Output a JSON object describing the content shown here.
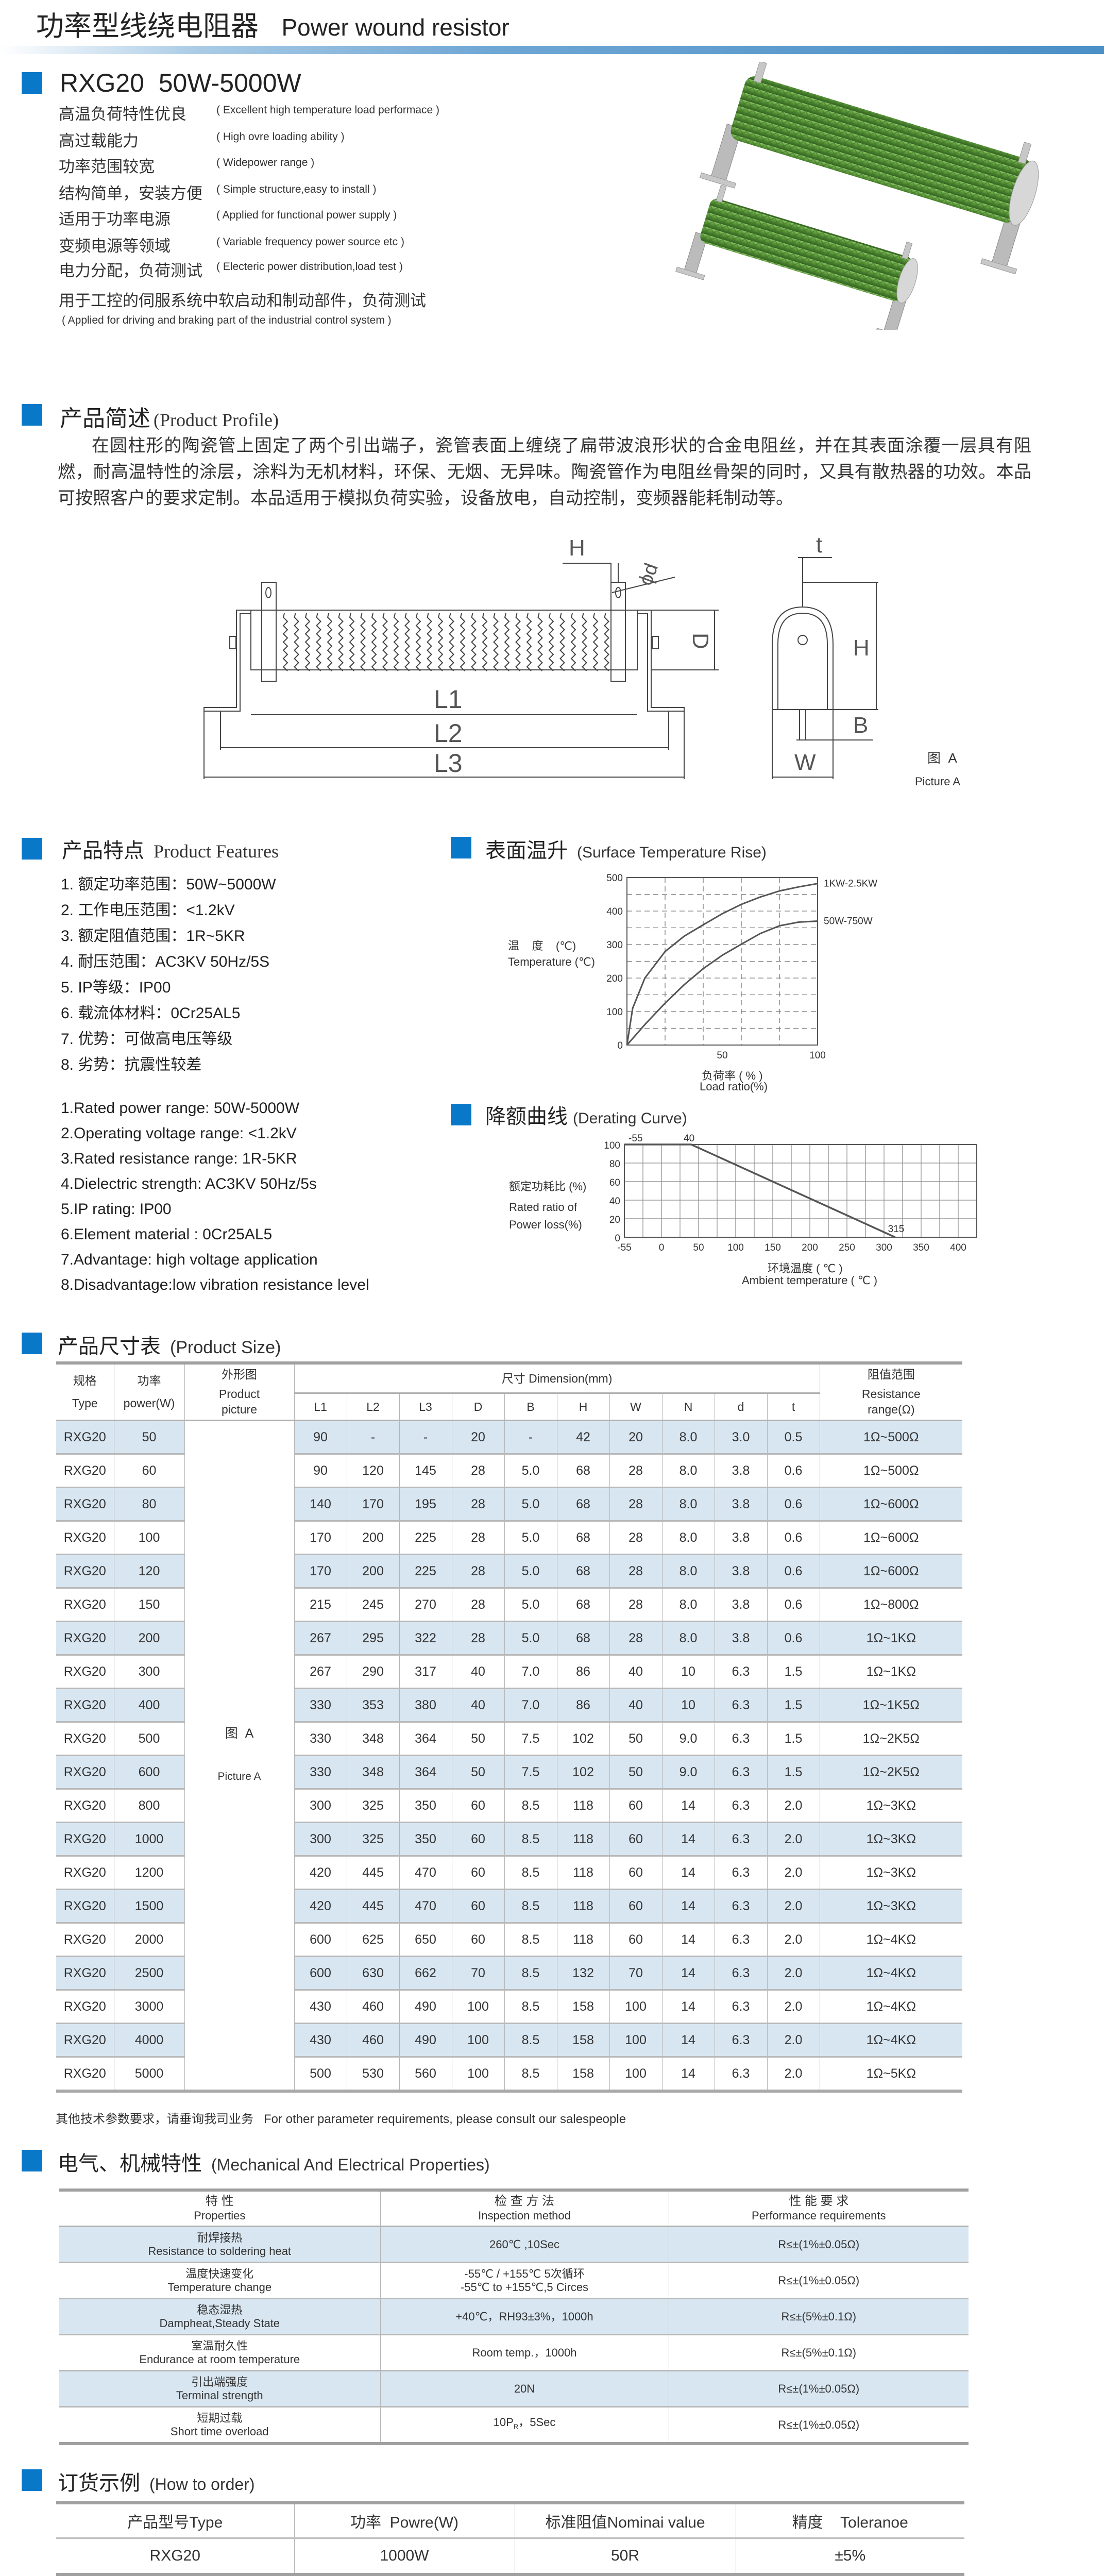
{
  "header": {
    "title_cn": "功率型线绕电阻器",
    "title_en": "Power wound resistor"
  },
  "model": {
    "title": "RXG20  50W-5000W",
    "features": [
      {
        "cn": "高温负荷特性优良",
        "en": "( Excellent high temperature load performace )"
      },
      {
        "cn": "高过载能力",
        "en": "( High ovre loading ability )"
      },
      {
        "cn": "功率范围较宽",
        "en": "( Widepower range )"
      },
      {
        "cn": "结构简单，安装方便",
        "en": "( Simple structure,easy to install )"
      },
      {
        "cn": "适用于功率电源",
        "en": "( Applied for functional power supply )"
      },
      {
        "cn": "变频电源等领域",
        "en": "( Variable frequency power source etc )"
      },
      {
        "cn": "电力分配，负荷测试",
        "en": "( Electeric power distribution,load test )"
      }
    ],
    "extra_cn": "用于工控的伺服系统中软启动和制动部件，负荷测试",
    "extra_en": "( Applied for driving and braking part of the industrial control system )"
  },
  "profile": {
    "heading_cn": "产品简述",
    "heading_en": "(Product Profile)",
    "text": "在圆柱形的陶瓷管上固定了两个引出端子，瓷管表面上缠绕了扁带波浪形状的合金电阻丝，并在其表面涂覆一层具有阻燃，耐高温特性的涂层，涂料为无机材料，环保、无烟、无异味。陶瓷管作为电阻丝骨架的同时，又具有散热器的功效。本品可按照客户的要求定制。本品适用于模拟负荷实验，设备放电，自动控制，变频器能耗制动等。"
  },
  "diagram": {
    "labels": {
      "H_top": "H",
      "phi_d": "ϕd",
      "t": "t",
      "D": "D",
      "L1": "L1",
      "L2": "L2",
      "L3": "L3",
      "H_side": "H",
      "B": "B",
      "W": "W"
    },
    "caption_cn": "图  A",
    "caption_en": "Picture A"
  },
  "features": {
    "heading_cn": "产品特点",
    "heading_en": "Product Features",
    "cn_items": [
      "1. 额定功率范围：50W~5000W",
      "2. 工作电压范围：<1.2kV",
      "3. 额定阻值范围：1R~5KR",
      "4. 耐压范围：AC3KV 50Hz/5S",
      "5. IP等级：IP00",
      "6. 载流体材料：0Cr25AL5",
      "7. 优势：可做高电压等级",
      "8. 劣势：抗震性较差"
    ],
    "en_items": [
      "1.Rated power range: 50W-5000W",
      "2.Operating voltage range: <1.2kV",
      "3.Rated resistance range: 1R-5KR",
      "4.Dielectric strength: AC3KV 50Hz/5s",
      "5.IP rating: IP00",
      "6.Element material : 0Cr25AL5",
      "7.Advantage: high voltage application",
      "8.Disadvantage:low vibration resistance level"
    ]
  },
  "chart_data": [
    {
      "type": "line",
      "heading_cn": "表面温升",
      "title": "(Surface Temperature Rise)",
      "ylabel_cn": "温    度    (℃)",
      "ylabel": "Temperature (℃)",
      "xlabel_cn": "负荷率 ( % )",
      "xlabel": "Load ratio(%)",
      "xlim": [
        0,
        100
      ],
      "ylim": [
        0,
        500
      ],
      "xticks": [
        50,
        100
      ],
      "yticks": [
        0,
        100,
        200,
        300,
        400,
        500
      ],
      "grid": true,
      "series": [
        {
          "name": "1KW-2.5KW",
          "x": [
            0,
            3,
            9.4,
            20,
            30,
            40,
            50,
            60,
            70,
            80,
            90,
            100
          ],
          "y": [
            0,
            110,
            200,
            279,
            325,
            359,
            392,
            420,
            442,
            460,
            472,
            482
          ]
        },
        {
          "name": "50W-750W",
          "x": [
            0,
            10,
            20,
            30,
            40,
            50,
            60,
            70,
            80,
            90,
            100
          ],
          "y": [
            0,
            65,
            125,
            180,
            228,
            268,
            301,
            333,
            356,
            367,
            370
          ]
        }
      ]
    },
    {
      "type": "line",
      "heading_cn": "降额曲线",
      "title": "(Derating Curve)",
      "ylabel_cn": "额定功耗比 (%)",
      "ylabel_lines": [
        "Rated ratio of",
        "Power loss(%)"
      ],
      "xlabel_cn": "环境温度 ( ℃ )",
      "xlabel": "Ambient temperature ( ℃ )",
      "xlim": [
        -55,
        425
      ],
      "ylim": [
        0,
        100
      ],
      "xticks": [
        "-55",
        "0",
        "50",
        "100",
        "150",
        "200",
        "250",
        "300",
        "350",
        "400"
      ],
      "yticks": [
        0,
        20,
        40,
        60,
        80,
        100
      ],
      "grid": true,
      "series": [
        {
          "name": "derating",
          "x": [
            -55,
            40,
            315
          ],
          "y": [
            100,
            100,
            0
          ]
        }
      ],
      "annotations": [
        "-55",
        "40",
        "315"
      ]
    }
  ],
  "size_table": {
    "heading_cn": "产品尺寸表",
    "heading_en": "(Product Size)",
    "col_type": [
      "规格",
      "Type"
    ],
    "col_power": [
      "功率",
      "power(W)"
    ],
    "col_picture": [
      "外形图",
      "Product",
      "picture"
    ],
    "col_dimension": "尺寸 Dimension(mm)",
    "dim_cols": [
      "L1",
      "L2",
      "L3",
      "D",
      "B",
      "H",
      "W",
      "N",
      "d",
      "t"
    ],
    "col_range": [
      "阻值范围",
      "Resistance",
      "range(Ω)"
    ],
    "picture_cn": "图  A",
    "picture_en": "Picture A",
    "rows": [
      [
        "RXG20",
        "50",
        "90",
        "-",
        "-",
        "20",
        "-",
        "42",
        "20",
        "8.0",
        "3.0",
        "0.5",
        "1Ω~500Ω"
      ],
      [
        "RXG20",
        "60",
        "90",
        "120",
        "145",
        "28",
        "5.0",
        "68",
        "28",
        "8.0",
        "3.8",
        "0.6",
        "1Ω~500Ω"
      ],
      [
        "RXG20",
        "80",
        "140",
        "170",
        "195",
        "28",
        "5.0",
        "68",
        "28",
        "8.0",
        "3.8",
        "0.6",
        "1Ω~600Ω"
      ],
      [
        "RXG20",
        "100",
        "170",
        "200",
        "225",
        "28",
        "5.0",
        "68",
        "28",
        "8.0",
        "3.8",
        "0.6",
        "1Ω~600Ω"
      ],
      [
        "RXG20",
        "120",
        "170",
        "200",
        "225",
        "28",
        "5.0",
        "68",
        "28",
        "8.0",
        "3.8",
        "0.6",
        "1Ω~600Ω"
      ],
      [
        "RXG20",
        "150",
        "215",
        "245",
        "270",
        "28",
        "5.0",
        "68",
        "28",
        "8.0",
        "3.8",
        "0.6",
        "1Ω~800Ω"
      ],
      [
        "RXG20",
        "200",
        "267",
        "295",
        "322",
        "28",
        "5.0",
        "68",
        "28",
        "8.0",
        "3.8",
        "0.6",
        "1Ω~1KΩ"
      ],
      [
        "RXG20",
        "300",
        "267",
        "290",
        "317",
        "40",
        "7.0",
        "86",
        "40",
        "10",
        "6.3",
        "1.5",
        "1Ω~1KΩ"
      ],
      [
        "RXG20",
        "400",
        "330",
        "353",
        "380",
        "40",
        "7.0",
        "86",
        "40",
        "10",
        "6.3",
        "1.5",
        "1Ω~1K5Ω"
      ],
      [
        "RXG20",
        "500",
        "330",
        "348",
        "364",
        "50",
        "7.5",
        "102",
        "50",
        "9.0",
        "6.3",
        "1.5",
        "1Ω~2K5Ω"
      ],
      [
        "RXG20",
        "600",
        "330",
        "348",
        "364",
        "50",
        "7.5",
        "102",
        "50",
        "9.0",
        "6.3",
        "1.5",
        "1Ω~2K5Ω"
      ],
      [
        "RXG20",
        "800",
        "300",
        "325",
        "350",
        "60",
        "8.5",
        "118",
        "60",
        "14",
        "6.3",
        "2.0",
        "1Ω~3KΩ"
      ],
      [
        "RXG20",
        "1000",
        "300",
        "325",
        "350",
        "60",
        "8.5",
        "118",
        "60",
        "14",
        "6.3",
        "2.0",
        "1Ω~3KΩ"
      ],
      [
        "RXG20",
        "1200",
        "420",
        "445",
        "470",
        "60",
        "8.5",
        "118",
        "60",
        "14",
        "6.3",
        "2.0",
        "1Ω~3KΩ"
      ],
      [
        "RXG20",
        "1500",
        "420",
        "445",
        "470",
        "60",
        "8.5",
        "118",
        "60",
        "14",
        "6.3",
        "2.0",
        "1Ω~3KΩ"
      ],
      [
        "RXG20",
        "2000",
        "600",
        "625",
        "650",
        "60",
        "8.5",
        "118",
        "60",
        "14",
        "6.3",
        "2.0",
        "1Ω~4KΩ"
      ],
      [
        "RXG20",
        "2500",
        "600",
        "630",
        "662",
        "70",
        "8.5",
        "132",
        "70",
        "14",
        "6.3",
        "2.0",
        "1Ω~4KΩ"
      ],
      [
        "RXG20",
        "3000",
        "430",
        "460",
        "490",
        "100",
        "8.5",
        "158",
        "100",
        "14",
        "6.3",
        "2.0",
        "1Ω~4KΩ"
      ],
      [
        "RXG20",
        "4000",
        "430",
        "460",
        "490",
        "100",
        "8.5",
        "158",
        "100",
        "14",
        "6.3",
        "2.0",
        "1Ω~4KΩ"
      ],
      [
        "RXG20",
        "5000",
        "500",
        "530",
        "560",
        "100",
        "8.5",
        "158",
        "100",
        "14",
        "6.3",
        "2.0",
        "1Ω~5KΩ"
      ]
    ],
    "note": "其他技术参数要求，请垂询我司业务   For other parameter requirements, please consult our salespeople"
  },
  "properties": {
    "heading_cn": "电气、机械特性",
    "heading_en": "(Mechanical And Electrical Properties)",
    "headers": [
      [
        "特 性",
        "Properties"
      ],
      [
        "检 查 方 法",
        "Inspection method"
      ],
      [
        "性 能 要 求",
        "Performance requirements"
      ]
    ],
    "rows": [
      {
        "cn": "耐焊接热",
        "en": "Resistance to soldering heat",
        "method": [
          "260℃ ,10Sec"
        ],
        "req": "R≤±(1%±0.05Ω)"
      },
      {
        "cn": "温度快速变化",
        "en": "Temperature change",
        "method": [
          "-55℃ / +155℃ 5次循环",
          "-55℃ to +155℃,5 Circes"
        ],
        "req": "R≤±(1%±0.05Ω)"
      },
      {
        "cn": "稳态湿热",
        "en": "Dampheat,Steady State",
        "method": [
          "+40℃，RH93±3%，1000h"
        ],
        "req": "R≤±(5%±0.1Ω)"
      },
      {
        "cn": "室温耐久性",
        "en": "Endurance at room temperature",
        "method": [
          "Room temp.，1000h"
        ],
        "req": "R≤±(5%±0.1Ω)"
      },
      {
        "cn": "引出端强度",
        "en": "Terminal strength",
        "method": [
          "20N"
        ],
        "req": "R≤±(1%±0.05Ω)"
      },
      {
        "cn": "短期过载",
        "en": "Short time overload",
        "method": [
          "10P",
          "R",
          "，5Sec"
        ],
        "req": "R≤±(1%±0.05Ω)"
      }
    ]
  },
  "order": {
    "heading_cn": "订货示例",
    "heading_en": "(How to order)",
    "headers": [
      "产品型号Type",
      "功率  Powre(W)",
      "标准阻值Nominai value",
      "精度    Toleranoe"
    ],
    "row": [
      "RXG20",
      "1000W",
      "50R",
      "±5%"
    ]
  },
  "colors": {
    "accent": "#0a78c8",
    "row_shade": "#d8e6f1",
    "resistor_green": "#5c9a3a"
  }
}
